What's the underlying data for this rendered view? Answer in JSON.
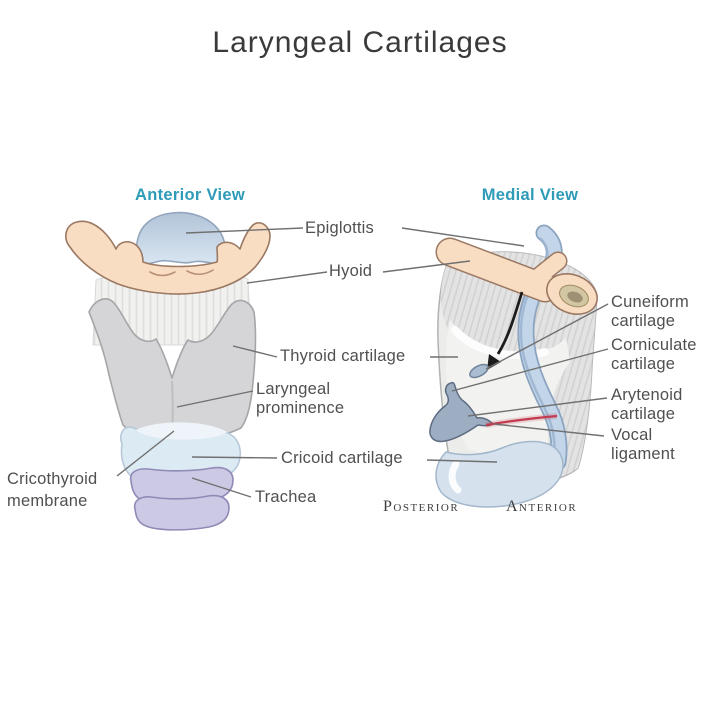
{
  "title": "Laryngeal Cartilages",
  "views": {
    "anterior": {
      "title": "Anterior View"
    },
    "medial": {
      "title": "Medial View",
      "orientation_left": "Posterior",
      "orientation_right": "Anterior"
    }
  },
  "labels": {
    "epiglottis": "Epiglottis",
    "hyoid": "Hyoid",
    "thyroid_cartilage": "Thyroid cartilage",
    "laryngeal_prominence": "Laryngeal prominence",
    "cricoid_cartilage": "Cricoid cartilage",
    "trachea": "Trachea",
    "cricothyroid_membrane": "Cricothyroid membrane",
    "cuneiform_cartilage": "Cuneiform cartilage",
    "corniculate_cartilage": "Corniculate cartilage",
    "arytenoid_cartilage": "Arytenoid cartilage",
    "vocal_ligament": "Vocal ligament"
  },
  "colors": {
    "accent_teal": "#2E9BB8",
    "label_gray": "#505050",
    "hyoid_peach": "#F8DDC3",
    "hyoid_outline": "#9B7862",
    "epiglottis_blue": "#C3D5E8",
    "thyroid_gray": "#D5D5D7",
    "cricoid_blue": "#DCEAF4",
    "trachea_lavender": "#CCC9E5",
    "arytenoid_slate": "#9DAEC3",
    "vocal_ligament_red": "#C23B4E",
    "arrow_black": "#1C1C1C"
  }
}
